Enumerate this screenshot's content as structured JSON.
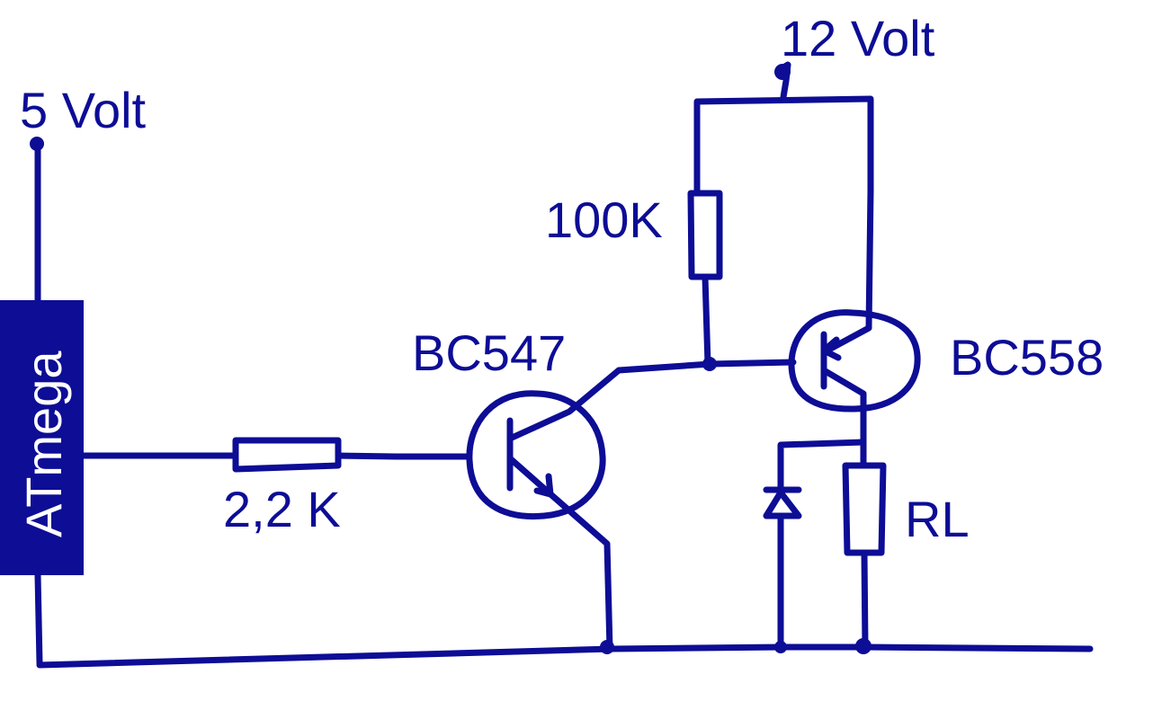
{
  "labels": {
    "supply_5v": "5 Volt",
    "supply_12v": "12 Volt",
    "mcu": "ATmega",
    "r_base": "2,2 K",
    "r_pull": "100K",
    "q1": "BC547",
    "q2": "BC558",
    "load": "RL"
  },
  "colors": {
    "ink": "#0d0d96",
    "background": "#ffffff",
    "mcu_text": "#ffffff"
  }
}
